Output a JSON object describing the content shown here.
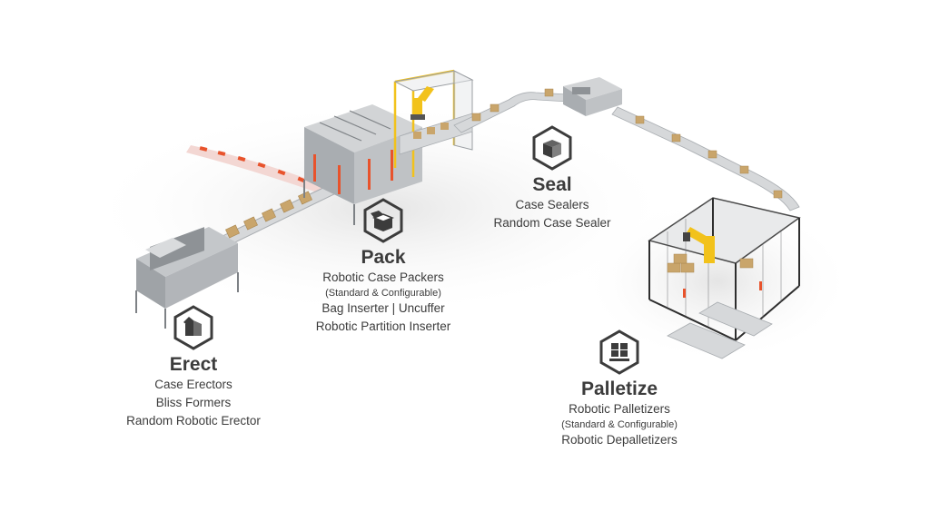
{
  "stages": {
    "erect": {
      "title": "Erect",
      "icon": "folded-case-icon",
      "lines": [
        "Case Erectors",
        "Bliss Formers",
        "Random Robotic Erector"
      ]
    },
    "pack": {
      "title": "Pack",
      "icon": "open-box-icon",
      "lines": [
        "Robotic Case Packers",
        "(Standard & Configurable)",
        "Bag Inserter | Uncuffer",
        "Robotic Partition Inserter"
      ]
    },
    "seal": {
      "title": "Seal",
      "icon": "sealed-box-icon",
      "lines": [
        "Case Sealers",
        "Random Case Sealer"
      ]
    },
    "palletize": {
      "title": "Palletize",
      "icon": "pallet-stack-icon",
      "lines": [
        "Robotic Palletizers",
        "(Standard & Configurable)",
        "Robotic Depalletizers"
      ]
    }
  },
  "colors": {
    "text": "#3c3c3c",
    "icon_hex": "#3c3c3c",
    "robot": "#f2c21b",
    "guard": "#e8532c",
    "case": "#c9a56b",
    "machine": "#b9bcc0"
  }
}
